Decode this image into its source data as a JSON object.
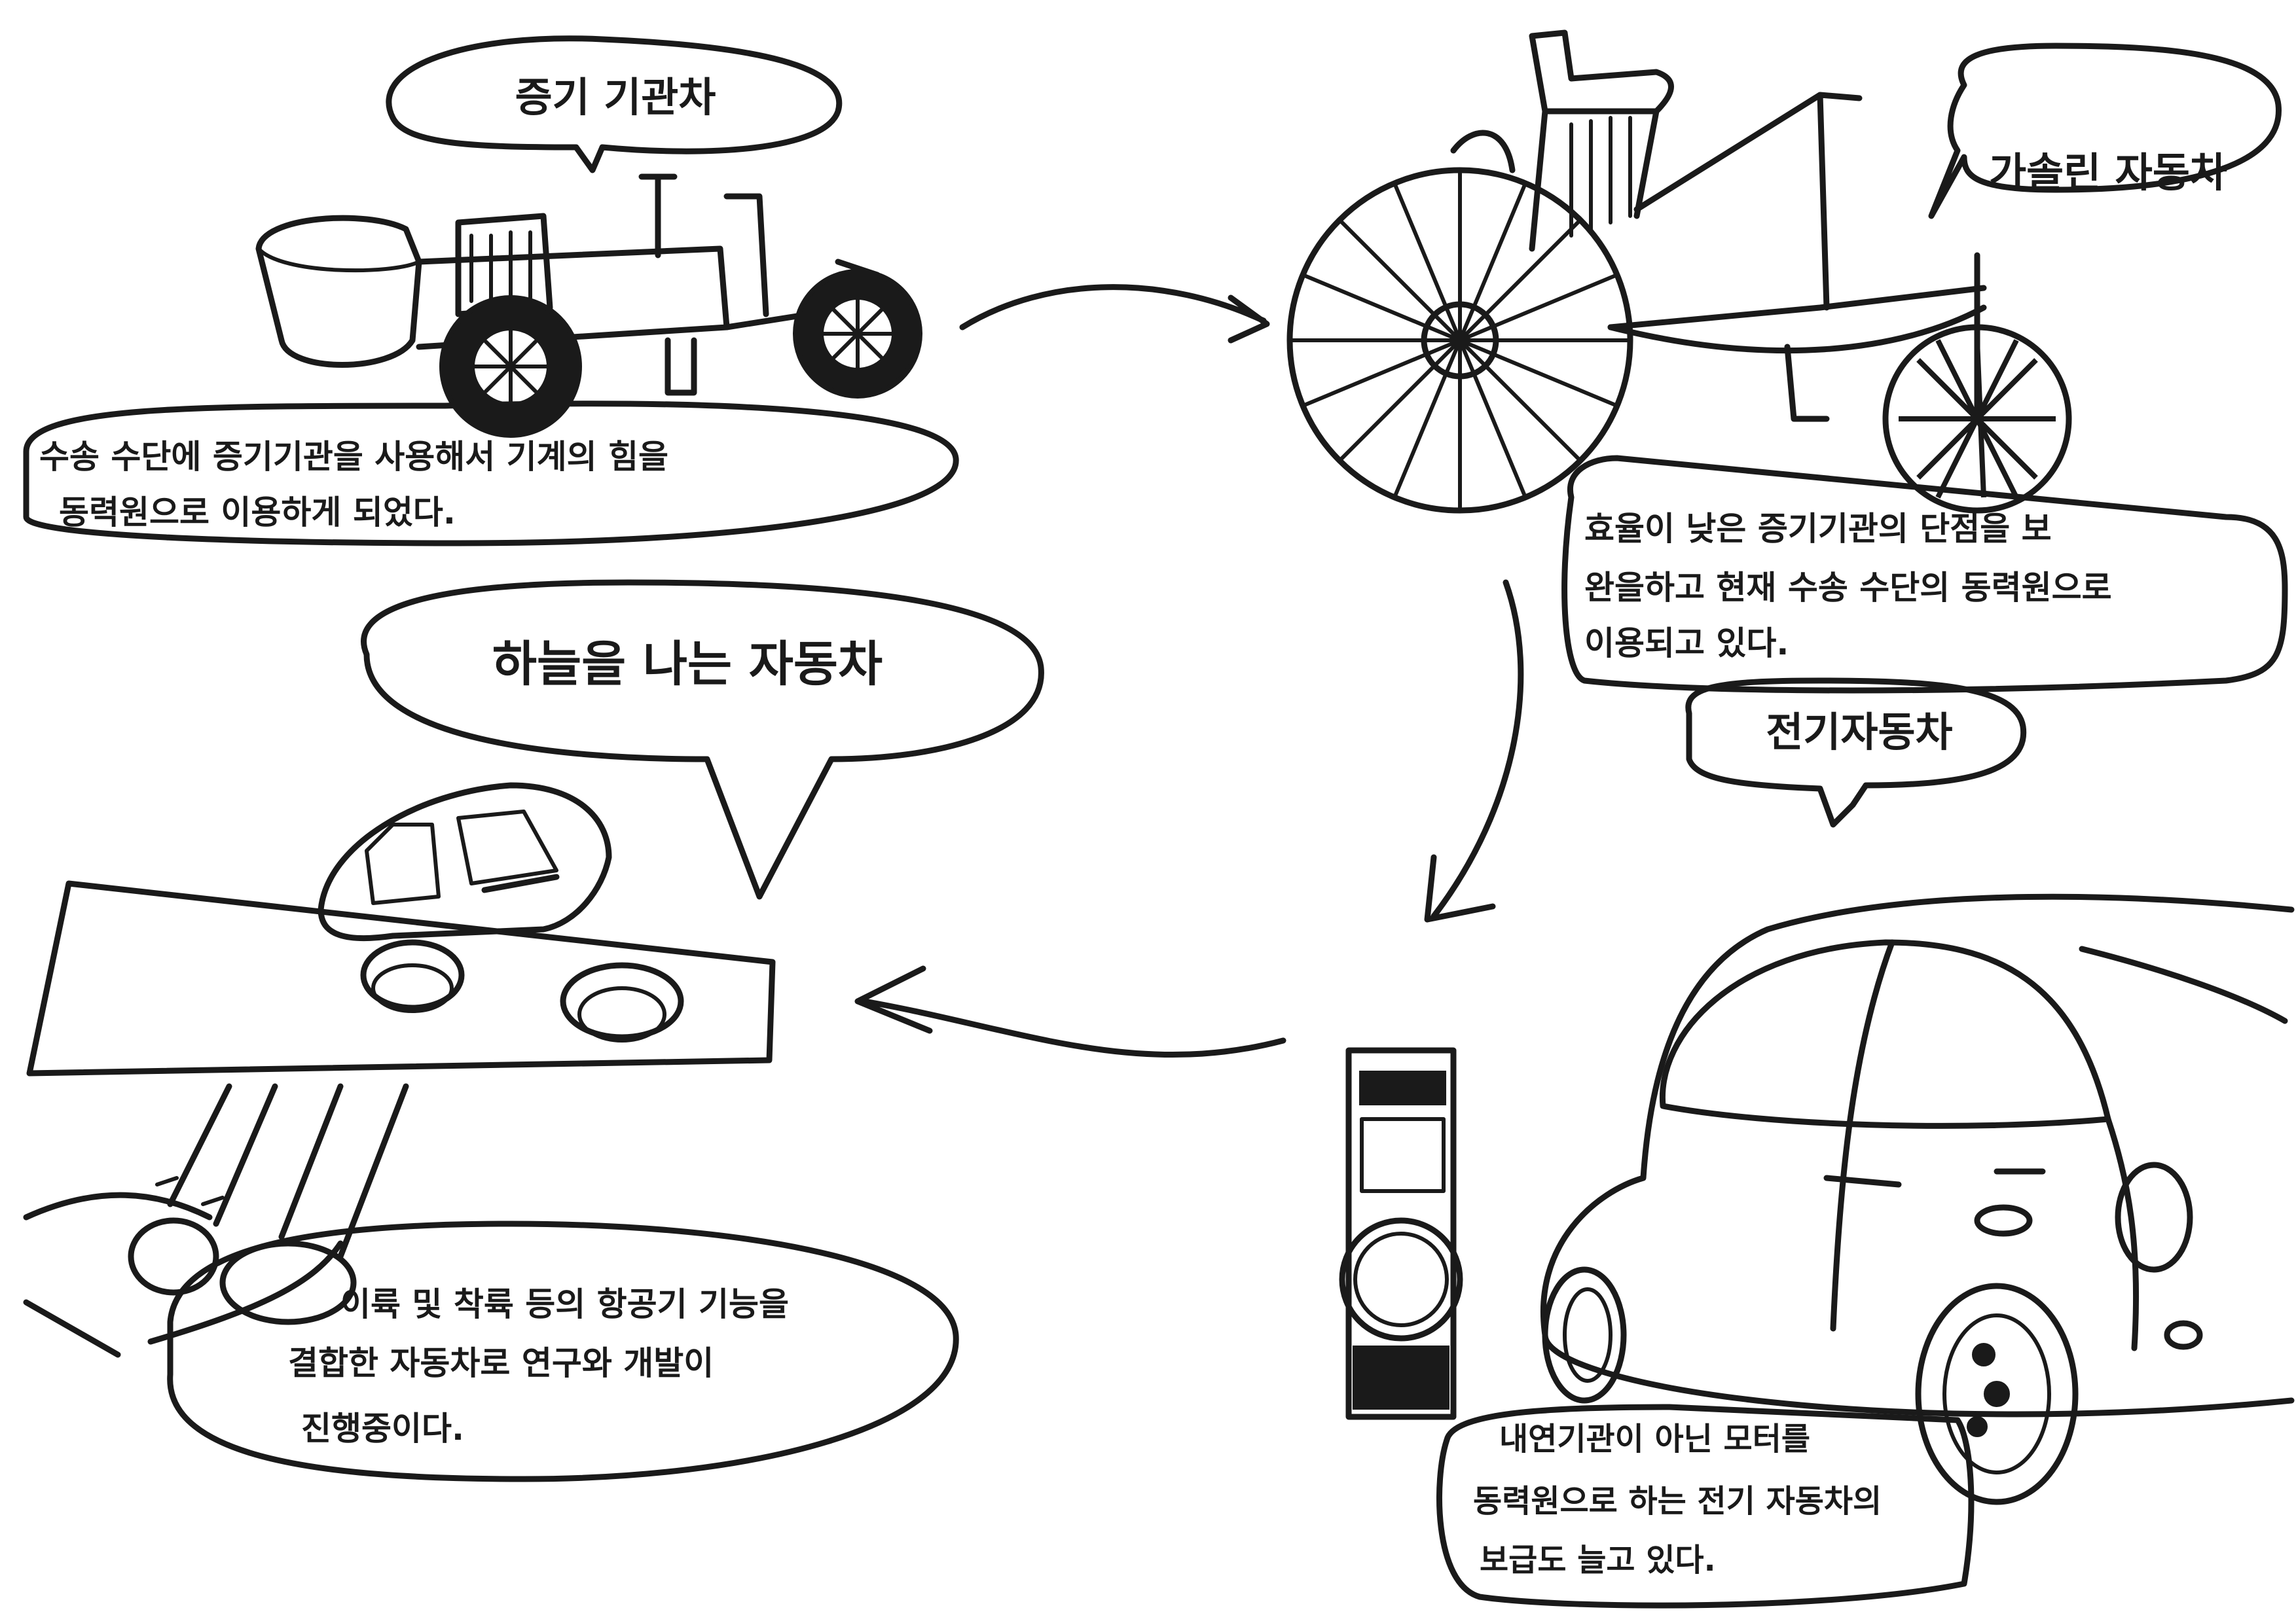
{
  "panels": {
    "steam": {
      "title": "증기 기관차",
      "caption": [
        "수송 수단에 증기기관을 사용해서 기계의 힘을",
        "동력원으로 이용하게 되었다."
      ]
    },
    "gasoline": {
      "title": "가솔린 자동차",
      "caption": [
        "효율이 낮은 증기기관의 단점을 보",
        "완을하고 현재 수송 수단의 동력원으로",
        "이용되고 있다."
      ]
    },
    "electric": {
      "title": "전기자동차",
      "caption": [
        "내연기관이 아닌 모터를",
        "동력원으로 하는 전기 자동차의",
        "보급도 늘고 있다."
      ]
    },
    "flying": {
      "title": "하늘을 나는 자동차",
      "caption": [
        "이륙 및 착륙 등의 항공기 기능을",
        "결합한 자동차로 연구와 개발이",
        "진행중이다."
      ]
    }
  },
  "colors": {
    "ink": "#1a1a1a",
    "paper": "#ffffff"
  }
}
